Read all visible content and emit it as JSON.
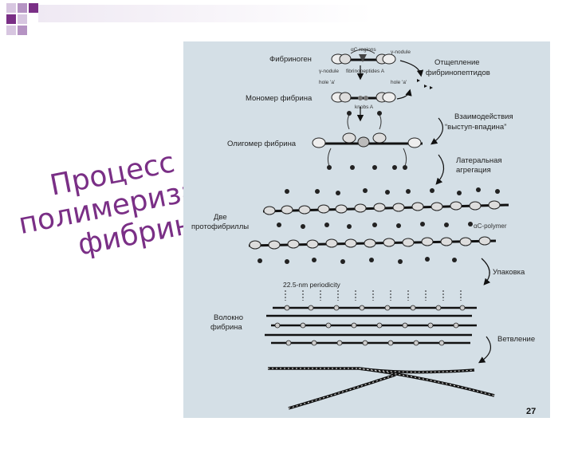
{
  "slide": {
    "title_lines": [
      "Процесс",
      "полимеризации",
      "фибрина"
    ],
    "page_number": "27",
    "accent_colors": [
      "#7a2f86",
      "#b593c3",
      "#d7c6e0"
    ]
  },
  "diagram": {
    "stage_labels": {
      "fibrinogen": "Фибриноген",
      "monomer": "Мономер фибрина",
      "oligomer": "Олигомер фибрина",
      "protofibrils_1": "Две",
      "protofibrils_2": "протофибриллы",
      "fiber_1": "Волокно",
      "fiber_2": "фибрина"
    },
    "process_labels": {
      "cleavage_1": "Отщепление",
      "cleavage_2": "фибринопептидов",
      "interaction_1": "Взаимодействия",
      "interaction_2": "“выступ-впадина”",
      "lateral_1": "Латеральная",
      "lateral_2": "агрегация",
      "packing": "Упаковка",
      "branching": "Ветвление"
    },
    "annotations": {
      "ac_regions": "αC regions",
      "gamma_nodule_right": "γ-nodule",
      "gamma_nodule_left": "γ-nodule",
      "fibrinopeptides": "fibrinopeptides A",
      "hole_a_left": "hole 'a'",
      "hole_a_right": "hole 'a'",
      "knobs": "knobs A",
      "ac_polymer": "αC-polymer",
      "periodicity": "22.5-nm periodicity"
    }
  }
}
